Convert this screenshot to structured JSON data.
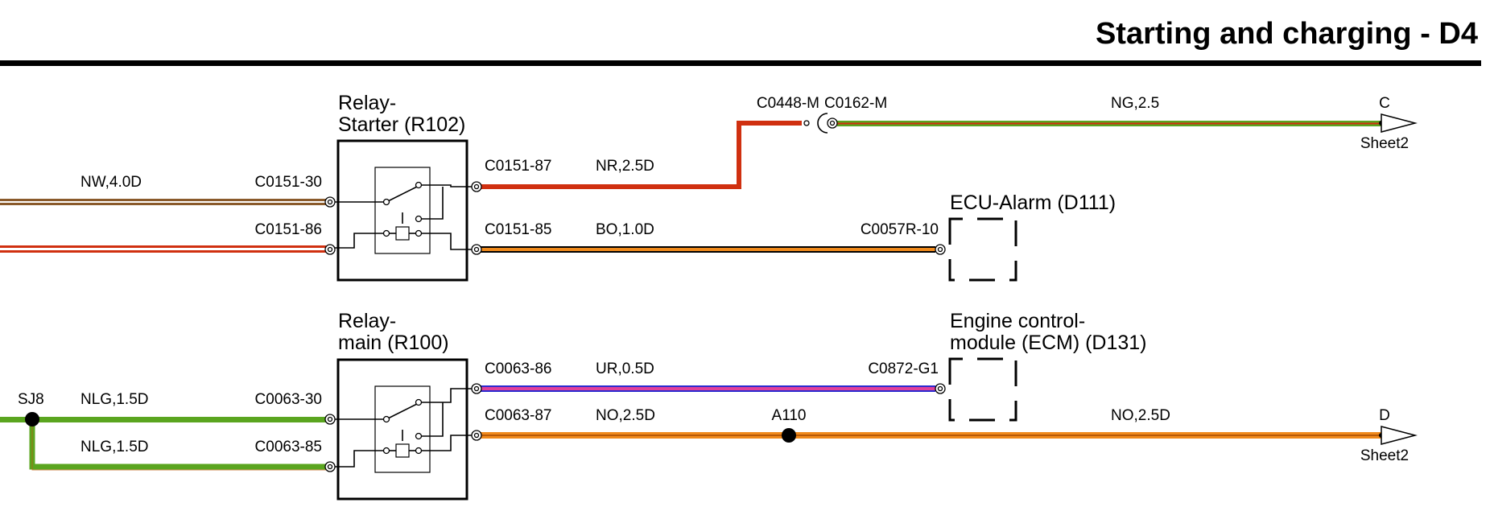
{
  "page": {
    "title": "Starting and charging - D4"
  },
  "components": {
    "relay_starter": {
      "line1": "Relay-",
      "line2": "Starter (R102)"
    },
    "relay_main": {
      "line1": "Relay-",
      "line2": "main (R100)"
    },
    "ecu_alarm": {
      "label": "ECU-Alarm (D111)"
    },
    "ecm": {
      "line1": "Engine control-",
      "line2": "module (ECM) (D131)"
    }
  },
  "connectors": {
    "c0151_30": "C0151-30",
    "c0151_86": "C0151-86",
    "c0151_87": "C0151-87",
    "c0151_85": "C0151-85",
    "c0448_m": "C0448-M",
    "c0162_m": "C0162-M",
    "c0057r_10": "C0057R-10",
    "c0063_30": "C0063-30",
    "c0063_85": "C0063-85",
    "c0063_86": "C0063-86",
    "c0063_87": "C0063-87",
    "c0872_g1": "C0872-G1"
  },
  "wires": {
    "nw_4_0d": "NW,4.0D",
    "nr_2_5d": "NR,2.5D",
    "ng_2_5": "NG,2.5",
    "bo_1_0d": "BO,1.0D",
    "nlg_1_5d_a": "NLG,1.5D",
    "nlg_1_5d_b": "NLG,1.5D",
    "ur_0_5d": "UR,0.5D",
    "no_2_5d_a": "NO,2.5D",
    "no_2_5d_b": "NO,2.5D"
  },
  "splices": {
    "sj8": "SJ8",
    "a110": "A110"
  },
  "offpage": {
    "c": {
      "letter": "C",
      "sheet": "Sheet2"
    },
    "d": {
      "letter": "D",
      "sheet": "Sheet2"
    }
  },
  "colors": {
    "red": "#d03010",
    "green": "#5aa51f",
    "orange": "#f08a1c",
    "brown": "#8a5a2b",
    "blue": "#2a2ad0",
    "pink": "#e0409a"
  }
}
